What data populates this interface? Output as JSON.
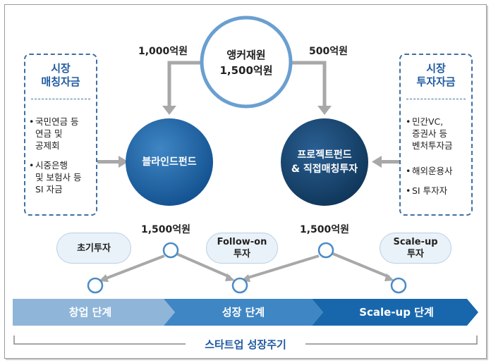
{
  "anchor": {
    "line1": "앵커재원",
    "line2": "1,500억원"
  },
  "left_amount": "1,000억원",
  "right_amount": "500억원",
  "blind_fund": "블라인드펀드",
  "project_fund": {
    "line1": "프로젝트펀드",
    "line2": "& 직접매칭투자"
  },
  "left_box": {
    "title1": "시장",
    "title2": "매칭자금",
    "items": [
      {
        "lines": [
          "국민연금 등",
          "연금 및",
          "공제회"
        ]
      },
      {
        "lines": [
          "시중은행",
          "및 보험사 등",
          "SI 자금"
        ]
      }
    ]
  },
  "right_box": {
    "title1": "시장",
    "title2": "투자자금",
    "items": [
      {
        "lines": [
          "민간VC,",
          "증권사 등",
          "벤처투자금"
        ]
      },
      {
        "lines": [
          "해외운용사"
        ]
      },
      {
        "lines": [
          "SI 투자자"
        ]
      }
    ]
  },
  "flow": {
    "left_amount": "1,500억원",
    "right_amount": "1,500억원",
    "pill1": "초기투자",
    "pill2": {
      "line1": "Follow-on",
      "line2": "투자"
    },
    "pill3": {
      "line1": "Scale-up",
      "line2": "투자"
    }
  },
  "stages": [
    "창업 단계",
    "성장 단계",
    "Scale-up 단계"
  ],
  "cycle_label": "스타트업 성장주기",
  "colors": {
    "blue_dark": "#1d5c9a",
    "navy": "#143f6b",
    "stage1": "#8fb5d9",
    "stage2": "#3f86c4",
    "stage3": "#1867ad",
    "arrow_gray": "#a8a8a8",
    "accent": "#1f5aa0"
  }
}
